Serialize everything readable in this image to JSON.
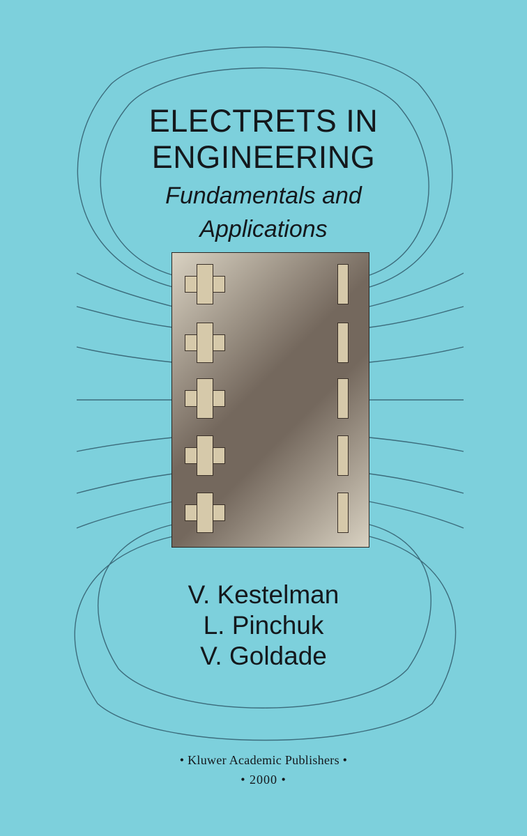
{
  "cover": {
    "title_lines": [
      "ELECTRETS IN",
      "ENGINEERING"
    ],
    "subtitle_lines": [
      "Fundamentals and",
      "Applications"
    ],
    "authors": [
      "V. Kestelman",
      "L. Pinchuk",
      "V. Goldade"
    ],
    "publisher": "• Kluwer Academic Publishers •",
    "year": "• 2000 •"
  },
  "colors": {
    "background": "#7dd0dc",
    "field_line": "#3c6c7c",
    "text": "#14181c",
    "plate_light": "#d9d2c2",
    "plate_dark": "#74685d",
    "charge_fill": "#d6c9aa"
  },
  "electret": {
    "positive_charges": 5,
    "negative_charges": 5
  }
}
